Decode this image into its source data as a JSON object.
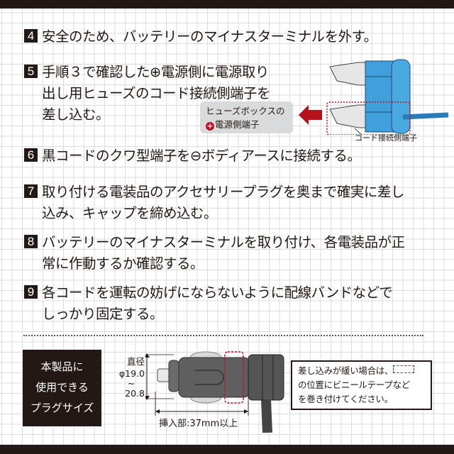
{
  "steps": [
    {
      "number": "4",
      "text": "安全のため、バッテリーのマイナスターミナルを外す。"
    },
    {
      "number": "5",
      "text": "手順３で確認した⊕電源側に電源取り\n出し用ヒューズのコード接続側端子を\n差し込む。"
    },
    {
      "number": "6",
      "text": "黒コードのクワ型端子を⊖ボディアースに接続する。"
    },
    {
      "number": "7",
      "text": "取り付ける電装品のアクセサリープラグを奥まで確実に差し\n込み、キャップを締め込む。"
    },
    {
      "number": "8",
      "text": "バッテリーのマイナスターミナルを取り付け、各電装品が正\n常に作動するか確認する。"
    },
    {
      "number": "9",
      "text": "各コードを運転の妨げにならないように配線バンドなどで\nしっかり固定する。"
    }
  ],
  "fuse_diagram": {
    "fuse_box_label_line1": "ヒューズボックスの",
    "fuse_box_plus_icon": "+",
    "fuse_box_label_line2": "電源側端子",
    "cord_terminal_label": "コード接続側端子",
    "colors": {
      "fuse_body": "#3fa0dc",
      "arrow": "#b5121b",
      "highlight": "#c30d23"
    }
  },
  "plug_size": {
    "box_lines": [
      "本製品に",
      "使用できる",
      "プラグサイズ"
    ],
    "diameter_label": "直径",
    "diameter_min": "φ19.0",
    "diameter_sep": "~",
    "diameter_max": "20.8",
    "insert_label": "挿入部:37mm以上"
  },
  "note": {
    "line1": "差し込みが緩い場合は、",
    "line2": "の位置にビニールテープなど",
    "line3": "を巻き付けてください。"
  }
}
